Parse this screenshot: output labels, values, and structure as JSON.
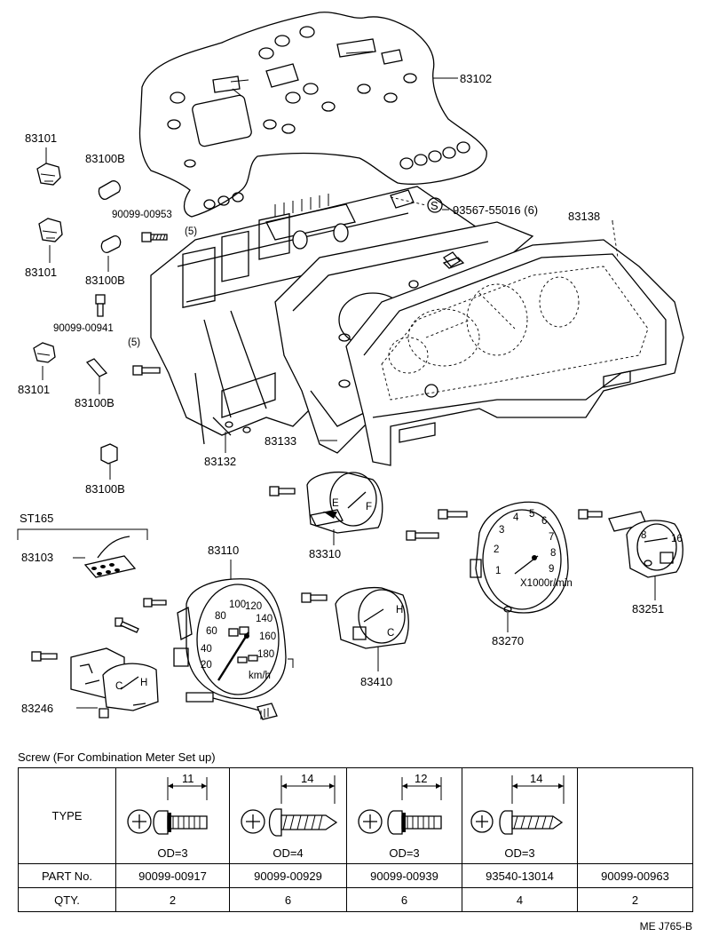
{
  "part_labels": {
    "p83102": "83102",
    "p83101_a": "83101",
    "p83100b_a": "83100B",
    "p90099_00953": "90099-00953",
    "p90099_00953_qty": "(5)",
    "p93567_55016": "93567-55016 (6)",
    "p83138": "83138",
    "p83101_b": "83101",
    "p83100b_b": "83100B",
    "p90099_00941": "90099-00941",
    "p90099_00941_qty": "(5)",
    "p83101_c": "83101",
    "p83100b_c": "83100B",
    "p83133": "83133",
    "p83132": "83132",
    "p83100b_d": "83100B",
    "st165": "ST165",
    "p83103": "83103",
    "p83110": "83110",
    "p83310": "83310",
    "p83270": "83270",
    "p83251": "83251",
    "p83410": "83410",
    "p83246": "83246",
    "s_symbol": "S"
  },
  "gauge_marks": {
    "speed_ticks": [
      "20",
      "40",
      "60",
      "80",
      "100",
      "120",
      "140",
      "160",
      "180"
    ],
    "speed_unit": "km/h",
    "tach_ticks": [
      "1",
      "2",
      "3",
      "4",
      "5",
      "6",
      "7",
      "8",
      "9"
    ],
    "tach_unit": "X1000r/min",
    "fuel_f": "F",
    "fuel_e": "E",
    "temp_h": "H",
    "temp_c": "C",
    "volt_8": "8",
    "volt_16": "16"
  },
  "screw_table": {
    "title": "Screw (For Combination Meter Set up)",
    "type_label": "TYPE",
    "part_label": "PART No.",
    "qty_label": "QTY.",
    "columns": [
      {
        "dimension": "11",
        "od": "OD=3",
        "part_no": "90099-00917",
        "qty": "2"
      },
      {
        "dimension": "14",
        "od": "OD=4",
        "part_no": "90099-00929",
        "qty": "6"
      },
      {
        "dimension": "12",
        "od": "OD=3",
        "part_no": "90099-00939",
        "qty": "6"
      },
      {
        "dimension": "14",
        "od": "OD=3",
        "part_no": "93540-13014",
        "qty": "4"
      },
      {
        "dimension": "",
        "od": "",
        "part_no": "90099-00963",
        "qty": "2"
      }
    ]
  },
  "footer_code": "ME J765-B"
}
